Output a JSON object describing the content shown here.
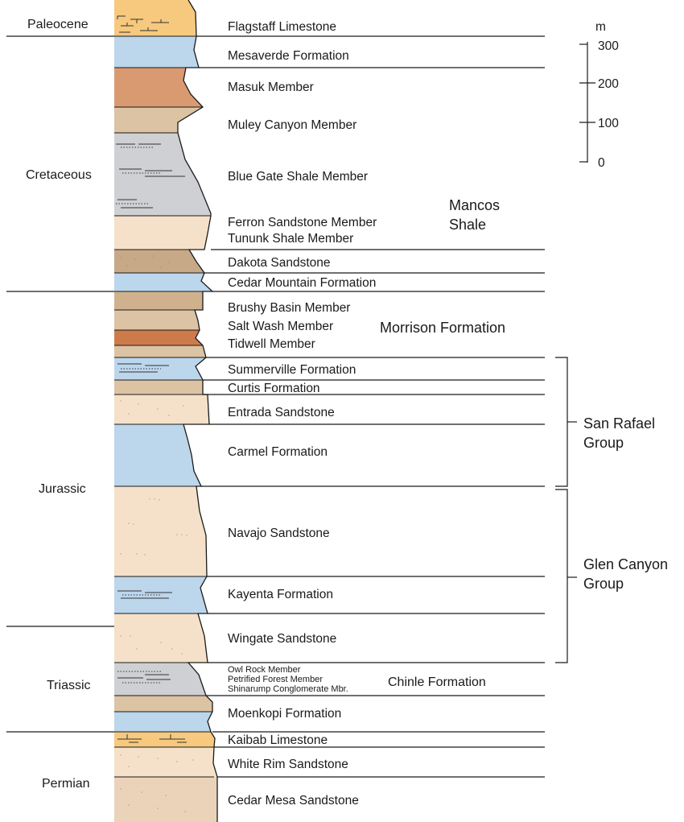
{
  "periods": {
    "paleocene": "Paleocene",
    "cretaceous": "Cretaceous",
    "jurassic": "Jurassic",
    "triassic": "Triassic",
    "permian": "Permian"
  },
  "units": {
    "flagstaff": "Flagstaff Limestone",
    "mesaverde": "Mesaverde Formation",
    "masuk": "Masuk Member",
    "muley": "Muley Canyon Member",
    "bluegate": "Blue Gate Shale Member",
    "ferron": "Ferron Sandstone Member",
    "tununk": "Tununk Shale Member",
    "dakota": "Dakota Sandstone",
    "cedar_mountain": "Cedar Mountain Formation",
    "brushy": "Brushy Basin Member",
    "saltwash": "Salt Wash Member",
    "tidwell": "Tidwell Member",
    "summerville": "Summerville Formation",
    "curtis": "Curtis Formation",
    "entrada": "Entrada Sandstone",
    "carmel": "Carmel Formation",
    "navajo": "Navajo Sandstone",
    "kayenta": "Kayenta Formation",
    "wingate": "Wingate Sandstone",
    "owlrock": "Owl Rock Member",
    "petrified": "Petrified Forest Member",
    "shinarump": "Shinarump Conglomerate Mbr.",
    "moenkopi": "Moenkopi Formation",
    "kaibab": "Kaibab Limestone",
    "whiterim": "White Rim Sandstone",
    "cedarmesa": "Cedar Mesa Sandstone"
  },
  "groups": {
    "mancos_line1": "Mancos",
    "mancos_line2": "Shale",
    "morrison": "Morrison Formation",
    "sanrafael_line1": "San Rafael",
    "sanrafael_line2": "Group",
    "glencanyon_line1": "Glen Canyon",
    "glencanyon_line2": "Group",
    "chinle": "Chinle Formation"
  },
  "scale": {
    "unit": "m",
    "ticks": [
      "300",
      "200",
      "100",
      "0"
    ]
  },
  "colors": {
    "limestone": "#f6c97e",
    "blue_shale": "#bcd6ec",
    "masuk_red": "#d99a72",
    "tan": "#dcc3a4",
    "gray_shale": "#cfd0d3",
    "sand": "#f5e1c9",
    "dakota_brown": "#c7a988",
    "morrison_tan": "#cfb18e",
    "tidwell_red": "#cd7b4b",
    "cedar_mesa": "#ead3b9"
  }
}
